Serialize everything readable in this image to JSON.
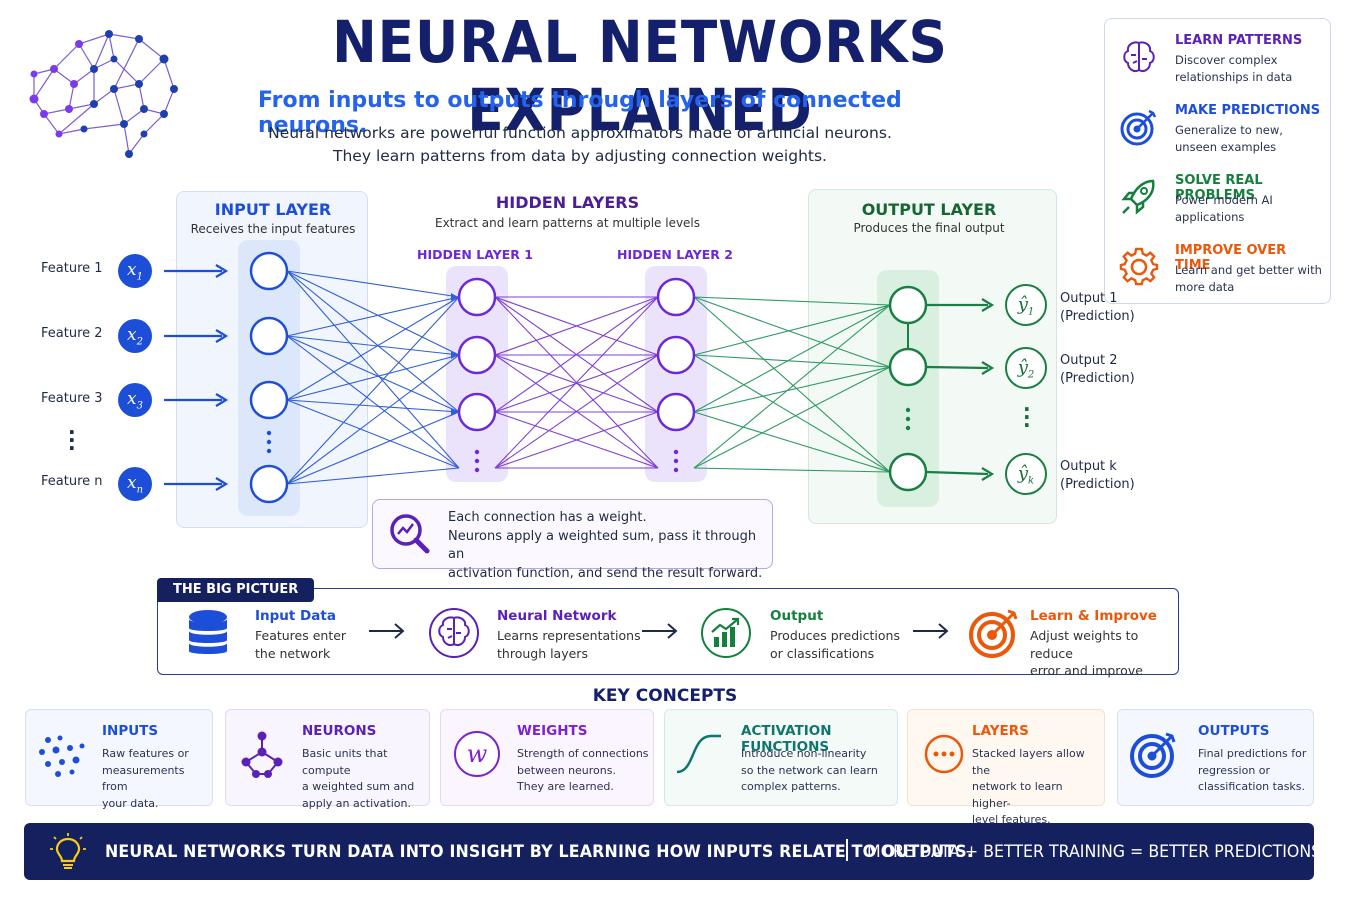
{
  "header": {
    "title": "NEURAL NETWORKS EXPLAINED",
    "subtitle": "From inputs to outputs through layers of connected neurons.",
    "intro_line1": "Neural networks are powerful function approximators made of artificial neurons.",
    "intro_line2": "They learn patterns from data by adjusting connection weights."
  },
  "benefits": [
    {
      "title": "LEARN PATTERNS",
      "desc": "Discover complex relationships in data",
      "icon": "brain-icon",
      "color": "#5b21b6"
    },
    {
      "title": "MAKE PREDICTIONS",
      "desc": "Generalize to new, unseen examples",
      "icon": "target-icon",
      "color": "#1d4ed8"
    },
    {
      "title": "SOLVE REAL PROBLEMS",
      "desc": "Power modern AI applications",
      "icon": "rocket-icon",
      "color": "#15803d"
    },
    {
      "title": "IMPROVE OVER TIME",
      "desc": "Learn and get better with more data",
      "icon": "gear-icon",
      "color": "#ea580c"
    }
  ],
  "input_layer": {
    "title": "INPUT LAYER",
    "subtitle": "Receives the input features",
    "features": [
      {
        "label": "Feature 1",
        "symbol": "x",
        "sub": "1"
      },
      {
        "label": "Feature 2",
        "symbol": "x",
        "sub": "2"
      },
      {
        "label": "Feature 3",
        "symbol": "x",
        "sub": "3"
      },
      {
        "label": "Feature n",
        "symbol": "x",
        "sub": "n"
      }
    ]
  },
  "hidden_layers": {
    "title": "HIDDEN LAYERS",
    "subtitle": "Extract and learn patterns at multiple levels",
    "layer1": "HIDDEN LAYER 1",
    "layer2": "HIDDEN LAYER 2"
  },
  "output_layer": {
    "title": "OUTPUT LAYER",
    "subtitle": "Produces the final output",
    "outputs": [
      {
        "symbol": "ŷ",
        "sub": "1",
        "name": "Output 1",
        "note": "(Prediction)"
      },
      {
        "symbol": "ŷ",
        "sub": "2",
        "name": "Output 2",
        "note": "(Prediction)"
      },
      {
        "symbol": "ŷ",
        "sub": "k",
        "name": "Output k",
        "note": "(Prediction)"
      }
    ]
  },
  "weight_note": {
    "line1": "Each connection has a weight.",
    "line2": "Neurons apply a weighted sum, pass it through an",
    "line3": "activation function, and send the result forward."
  },
  "big_picture": {
    "label": "THE BIG PICTUER",
    "steps": [
      {
        "title": "Input Data",
        "desc1": "Features enter",
        "desc2": "the network",
        "icon": "database-icon",
        "color": "#1d4ed8"
      },
      {
        "title": "Neural Network",
        "desc1": "Learns representations",
        "desc2": "through layers",
        "icon": "brain-icon",
        "color": "#5b21b6"
      },
      {
        "title": "Output",
        "desc1": "Produces predictions",
        "desc2": "or classifications",
        "icon": "chart-up-icon",
        "color": "#15803d"
      },
      {
        "title": "Learn & Improve",
        "desc1": "Adjust weights to reduce",
        "desc2": "error and improve",
        "icon": "target-icon",
        "color": "#ea580c"
      }
    ]
  },
  "key_concepts": {
    "title": "KEY CONCEPTS",
    "cards": [
      {
        "title": "INPUTS",
        "l1": "Raw features or",
        "l2": "measurements from",
        "l3": "your data.",
        "color": "#1d4ed8",
        "icon": "dots-icon"
      },
      {
        "title": "NEURONS",
        "l1": "Basic units that compute",
        "l2": "a weighted sum and",
        "l3": "apply an activation.",
        "color": "#5b21b6",
        "icon": "network-node-icon"
      },
      {
        "title": "WEIGHTS",
        "l1": "Strength of connections",
        "l2": "between neurons.",
        "l3": "They are learned.",
        "color": "#7e22ce",
        "icon": "w-letter-icon"
      },
      {
        "title": "ACTIVATION FUNCTIONS",
        "l1": "Introduce non-linearity",
        "l2": "so the network can learn",
        "l3": "complex patterns.",
        "color": "#0f766e",
        "icon": "sigmoid-curve-icon"
      },
      {
        "title": "LAYERS",
        "l1": "Stacked layers allow the",
        "l2": "network to learn higher-",
        "l3": "level features.",
        "color": "#ea580c",
        "icon": "ellipsis-icon"
      },
      {
        "title": "OUTPUTS",
        "l1": "Final predictions for",
        "l2": "regression or",
        "l3": "classification tasks.",
        "color": "#1d4ed8",
        "icon": "target-icon"
      }
    ]
  },
  "footer": {
    "main": "NEURAL NETWORKS TURN DATA INTO INSIGHT BY LEARNING HOW INPUTS RELATE TO OUTPUTS.",
    "tagline": "MORE DATA + BETTER TRAINING = BETTER PREDICTIONS"
  },
  "colors": {
    "navy": "#14206b",
    "blue": "#1d4ed8",
    "purple": "#6d28d9",
    "green": "#1a7f45",
    "orange": "#ea580c"
  }
}
